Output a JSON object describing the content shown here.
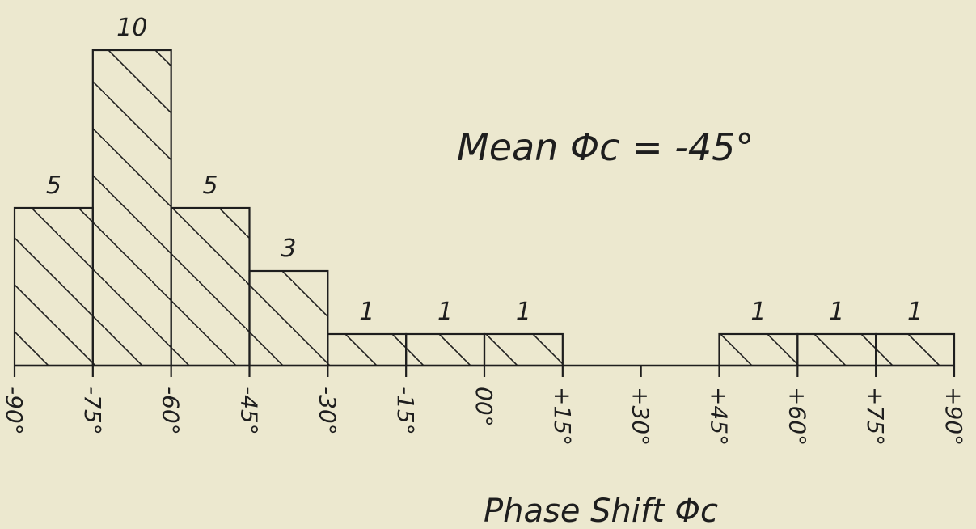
{
  "chart_data": {
    "type": "bar",
    "title": "",
    "annotation": "Mean Φc = -45°",
    "xlabel": "Phase Shift Φc",
    "ylabel": "",
    "bin_edges": [
      -90,
      -75,
      -60,
      -45,
      -30,
      -15,
      0,
      15,
      30,
      45,
      60,
      75,
      90
    ],
    "tick_labels": [
      "-90°",
      "-75°",
      "-60°",
      "-45°",
      "-30°",
      "-15°",
      "00°",
      "+15°",
      "+30°",
      "+45°",
      "+60°",
      "+75°",
      "+90°"
    ],
    "categories": [
      "-90 to -75",
      "-75 to -60",
      "-60 to -45",
      "-45 to -30",
      "-30 to -15",
      "-15 to 0",
      "0 to +15",
      "+15 to +30",
      "+30 to +45",
      "+45 to +60",
      "+60 to +75",
      "+75 to +90"
    ],
    "values": [
      5,
      10,
      5,
      3,
      1,
      1,
      1,
      0,
      0,
      1,
      1,
      1
    ],
    "value_labels": [
      "5",
      "10",
      "5",
      "3",
      "1",
      "1",
      "1",
      "",
      "",
      "1",
      "1",
      "1"
    ],
    "ylim": [
      0,
      10
    ],
    "grid": false,
    "bar_fill": "diagonal hatching",
    "colors": {
      "ink": "#1e1e1e",
      "paper": "#ece8cf"
    }
  }
}
